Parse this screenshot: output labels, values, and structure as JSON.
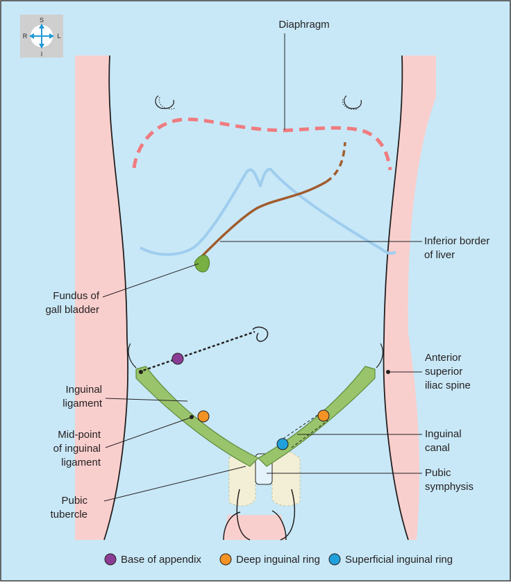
{
  "colors": {
    "background": "#c8e8f7",
    "skin": "#f9cfcd",
    "diaphragm": "#ef7b7f",
    "liver": "#a15b2d",
    "stomach": "#9fcdee",
    "ligament": "#9ac46b",
    "gall_bladder": "#79b043",
    "pelvis": "#f3efd6",
    "base_of_appendix": "#8b3d95",
    "deep_inguinal_ring": "#f39325",
    "superficial_inguinal_ring": "#1fa0da",
    "symphysis": "#e3f2fb"
  },
  "compass": {
    "superior": "S",
    "inferior": "I",
    "right": "R",
    "left": "L"
  },
  "labels": {
    "diaphragm": "Diaphragm",
    "liver": [
      "Inferior border",
      "of liver"
    ],
    "gall_bladder": [
      "Fundus of",
      "gall bladder"
    ],
    "inguinal_ligament": [
      "Inguinal",
      "ligament"
    ],
    "midpoint": [
      "Mid-point",
      "of inguinal",
      "ligament"
    ],
    "pubic_tubercle": [
      "Pubic",
      "tubercle"
    ],
    "asis": [
      "Anterior",
      "superior",
      "iliac spine"
    ],
    "inguinal_canal": [
      "Inguinal",
      "canal"
    ],
    "pubic_symphysis": [
      "Pubic",
      "symphysis"
    ]
  },
  "legend": [
    {
      "label": "Base of appendix",
      "color": "#8b3d95"
    },
    {
      "label": "Deep inguinal ring",
      "color": "#f39325"
    },
    {
      "label": "Superficial inguinal ring",
      "color": "#1fa0da"
    }
  ]
}
